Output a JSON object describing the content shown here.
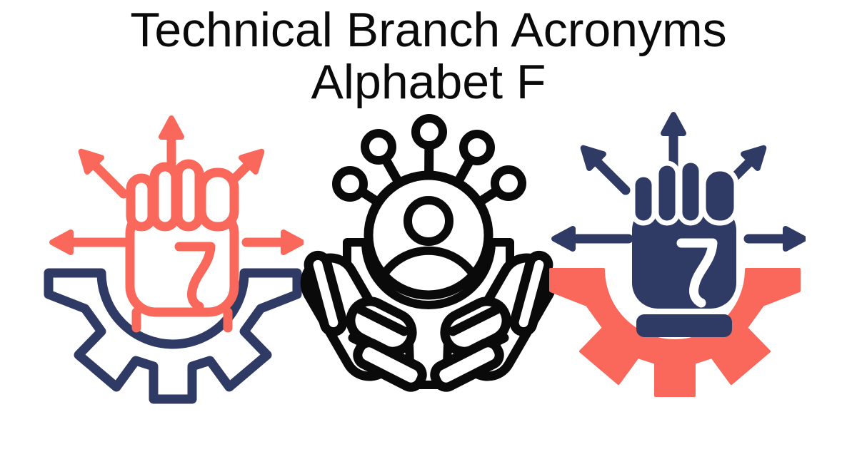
{
  "page": {
    "title_line_1": "Technical Branch Acronyms",
    "title_line_2": "Alphabet F"
  },
  "colors": {
    "coral": "#F9685A",
    "navy": "#2F3A65",
    "ink": "#0A0A0A",
    "bg": "#FFFFFF"
  },
  "icons": [
    {
      "name": "raised-fist-arrows-gear-outline-icon",
      "style": "outline",
      "fist_and_arrows_color": "coral",
      "gear_color": "navy"
    },
    {
      "name": "hands-holding-user-gear-network-icon",
      "style": "outline",
      "color": "ink"
    },
    {
      "name": "raised-fist-arrows-gear-solid-icon",
      "style": "solid",
      "fist_and_arrows_color": "navy",
      "gear_color": "coral"
    }
  ]
}
